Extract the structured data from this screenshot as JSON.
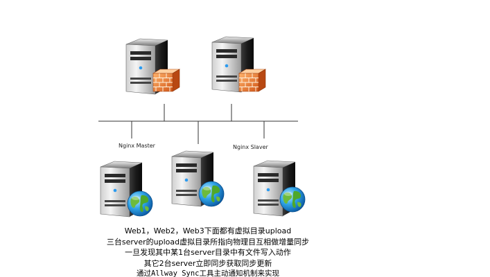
{
  "nodes": {
    "master_label": "Nginx Master",
    "slaver_label": "Nginx Slaver"
  },
  "caption": {
    "line1": "Web1，Web2，Web3下面都有虚拟目录upload",
    "line2": "三台server的upload虚拟目录所指向物理目互相做增量同步",
    "line3": "一旦发现其中某1台server目录中有文件写入动作",
    "line4": "其它2台server立即同步获取同步更新",
    "line5": "通过Allway Sync工具主动通知机制来实现"
  },
  "icons": {
    "nginx_master": "server-with-firewall-icon",
    "nginx_slaver": "server-with-firewall-icon",
    "web1": "server-with-globe-icon",
    "web2": "server-with-globe-icon",
    "web3": "server-with-globe-icon"
  }
}
